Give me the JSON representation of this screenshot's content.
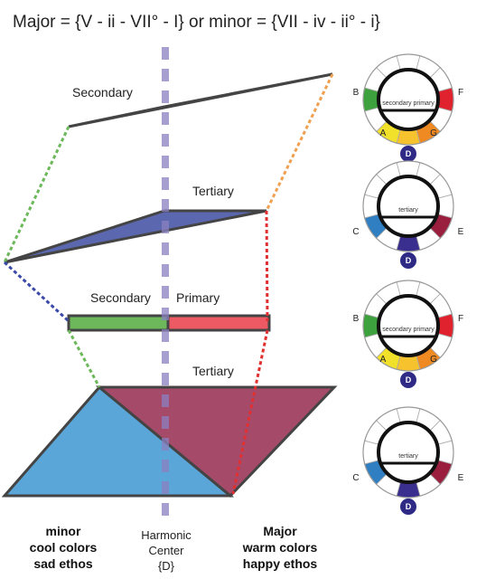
{
  "title": "Major = {V - ii - VII° - I} or minor = {VII - iv - ii° - i}",
  "diagram": {
    "layer1_label": "Secondary",
    "layer2_label": "Tertiary",
    "layer3_left_label": "Secondary",
    "layer3_right_label": "Primary",
    "layer4_label": "Tertiary",
    "left_caption": [
      "minor",
      "cool colors",
      "sad ethos"
    ],
    "center_caption": [
      "Harmonic",
      "Center",
      "{D}"
    ],
    "right_caption": [
      "Major",
      "warm colors",
      "happy ethos"
    ]
  },
  "wheels": [
    {
      "inner_text": "secondary primary",
      "labels": {
        "left": "B",
        "right": "F",
        "bottom_left": "A",
        "bottom_right": "G"
      },
      "badge": "D"
    },
    {
      "inner_text": "tertiary",
      "labels": {
        "left": "C",
        "right": "E"
      },
      "badge": "D"
    },
    {
      "inner_text": "secondary primary",
      "labels": {
        "left": "B",
        "right": "F",
        "bottom_left": "A",
        "bottom_right": "G"
      },
      "badge": "D"
    },
    {
      "inner_text": "tertiary",
      "labels": {
        "left": "C",
        "right": "E"
      },
      "badge": "D"
    }
  ],
  "colors": {
    "orange": "#f0a050",
    "blue_violet": "#5b68b0",
    "green": "#6cb85a",
    "red": "#ee5a64",
    "light_blue": "#5aa6d8",
    "wine": "#a64a6a",
    "axis": "#8a80c0",
    "badge": "#2f2a86"
  }
}
